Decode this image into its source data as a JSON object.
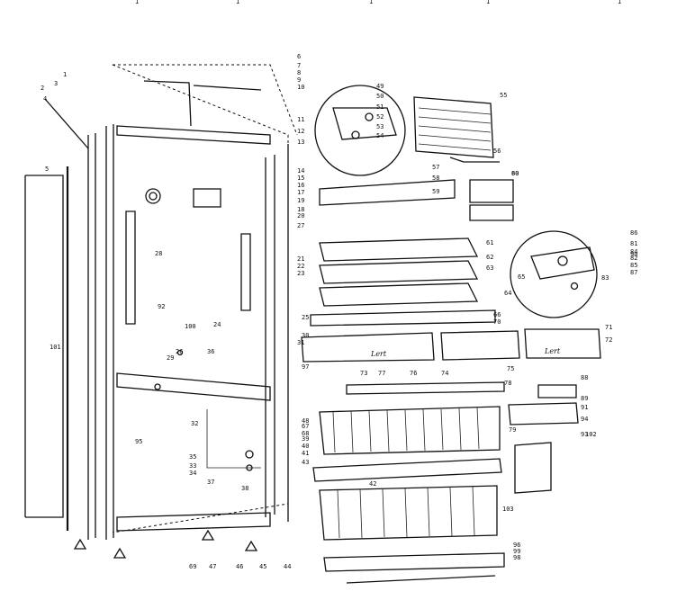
{
  "diagram": {
    "header_fragments": [
      "1",
      "1",
      "1",
      "1",
      "1"
    ],
    "brand_text": [
      "Lert",
      "Lert"
    ],
    "callouts": [
      {
        "id": "c1",
        "label": "1"
      },
      {
        "id": "c2",
        "label": "2"
      },
      {
        "id": "c3",
        "label": "3"
      },
      {
        "id": "c4",
        "label": "4"
      },
      {
        "id": "c5",
        "label": "5"
      },
      {
        "id": "c6",
        "label": "6"
      },
      {
        "id": "c7",
        "label": "7"
      },
      {
        "id": "c8",
        "label": "8"
      },
      {
        "id": "c9",
        "label": "9"
      },
      {
        "id": "c10",
        "label": "10"
      },
      {
        "id": "c11",
        "label": "11"
      },
      {
        "id": "c12",
        "label": "12"
      },
      {
        "id": "c13",
        "label": "13"
      },
      {
        "id": "c14",
        "label": "14"
      },
      {
        "id": "c15",
        "label": "15"
      },
      {
        "id": "c16",
        "label": "16"
      },
      {
        "id": "c17",
        "label": "17"
      },
      {
        "id": "c18",
        "label": "18"
      },
      {
        "id": "c19",
        "label": "19"
      },
      {
        "id": "c20",
        "label": "20"
      },
      {
        "id": "c21",
        "label": "21"
      },
      {
        "id": "c22",
        "label": "22"
      },
      {
        "id": "c23",
        "label": "23"
      },
      {
        "id": "c24",
        "label": "24"
      },
      {
        "id": "c25",
        "label": "25"
      },
      {
        "id": "c26",
        "label": "26"
      },
      {
        "id": "c27",
        "label": "27"
      },
      {
        "id": "c28",
        "label": "28"
      },
      {
        "id": "c29",
        "label": "29"
      },
      {
        "id": "c30",
        "label": "30"
      },
      {
        "id": "c31",
        "label": "31"
      },
      {
        "id": "c32",
        "label": "32"
      },
      {
        "id": "c33",
        "label": "33"
      },
      {
        "id": "c34",
        "label": "34"
      },
      {
        "id": "c35",
        "label": "35"
      },
      {
        "id": "c36",
        "label": "36"
      },
      {
        "id": "c37",
        "label": "37"
      },
      {
        "id": "c38",
        "label": "38"
      },
      {
        "id": "c39",
        "label": "39"
      },
      {
        "id": "c40",
        "label": "40"
      },
      {
        "id": "c41",
        "label": "41"
      },
      {
        "id": "c42",
        "label": "42"
      },
      {
        "id": "c43",
        "label": "43"
      },
      {
        "id": "c44",
        "label": "44"
      },
      {
        "id": "c45",
        "label": "45"
      },
      {
        "id": "c46",
        "label": "46"
      },
      {
        "id": "c47",
        "label": "47"
      },
      {
        "id": "c48",
        "label": "48"
      },
      {
        "id": "c49",
        "label": "49"
      },
      {
        "id": "c50",
        "label": "50"
      },
      {
        "id": "c51",
        "label": "51"
      },
      {
        "id": "c52",
        "label": "52"
      },
      {
        "id": "c53",
        "label": "53"
      },
      {
        "id": "c54",
        "label": "54"
      },
      {
        "id": "c55",
        "label": "55"
      },
      {
        "id": "c56",
        "label": "56"
      },
      {
        "id": "c57",
        "label": "57"
      },
      {
        "id": "c58",
        "label": "58"
      },
      {
        "id": "c59",
        "label": "59"
      },
      {
        "id": "c60",
        "label": "60"
      },
      {
        "id": "c61",
        "label": "61"
      },
      {
        "id": "c62",
        "label": "62"
      },
      {
        "id": "c63",
        "label": "63"
      },
      {
        "id": "c64",
        "label": "64"
      },
      {
        "id": "c65",
        "label": "65"
      },
      {
        "id": "c66",
        "label": "66"
      },
      {
        "id": "c67",
        "label": "67"
      },
      {
        "id": "c68",
        "label": "68"
      },
      {
        "id": "c69",
        "label": "69"
      },
      {
        "id": "c70",
        "label": "70"
      },
      {
        "id": "c71",
        "label": "71"
      },
      {
        "id": "c72",
        "label": "72"
      },
      {
        "id": "c73",
        "label": "73"
      },
      {
        "id": "c74",
        "label": "74"
      },
      {
        "id": "c75",
        "label": "75"
      },
      {
        "id": "c76",
        "label": "76"
      },
      {
        "id": "c77",
        "label": "77"
      },
      {
        "id": "c78",
        "label": "78"
      },
      {
        "id": "c79",
        "label": "79"
      },
      {
        "id": "c80",
        "label": "80"
      },
      {
        "id": "c81",
        "label": "81"
      },
      {
        "id": "c82",
        "label": "82"
      },
      {
        "id": "c83",
        "label": "83"
      },
      {
        "id": "c84",
        "label": "84"
      },
      {
        "id": "c85",
        "label": "85"
      },
      {
        "id": "c86",
        "label": "86"
      },
      {
        "id": "c87",
        "label": "87"
      },
      {
        "id": "c88",
        "label": "88"
      },
      {
        "id": "c89",
        "label": "89"
      },
      {
        "id": "c90",
        "label": "90"
      },
      {
        "id": "c91",
        "label": "91"
      },
      {
        "id": "c92",
        "label": "92"
      },
      {
        "id": "c93",
        "label": "93"
      },
      {
        "id": "c94",
        "label": "94"
      },
      {
        "id": "c95",
        "label": "95"
      },
      {
        "id": "c96",
        "label": "96"
      },
      {
        "id": "c97",
        "label": "97"
      },
      {
        "id": "c98",
        "label": "98"
      },
      {
        "id": "c99",
        "label": "99"
      },
      {
        "id": "c100",
        "label": "100"
      },
      {
        "id": "c101",
        "label": "101"
      },
      {
        "id": "c102",
        "label": "102"
      },
      {
        "id": "c103",
        "label": "103"
      }
    ]
  }
}
